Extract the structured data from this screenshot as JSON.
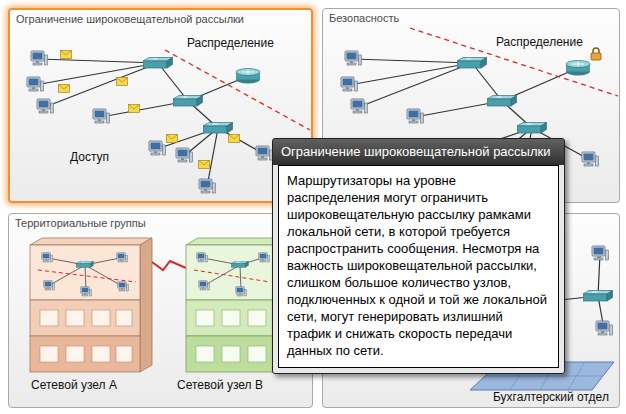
{
  "diagram": {
    "nodes": [
      {
        "text": [
          "Ограничение широковещательной рассылки",
          "Распределение",
          "Доступ"
        ]
      },
      {
        "text": [
          "Безопасность",
          "Распределение"
        ]
      },
      {
        "text": [
          "Территориальные группы",
          "Сетевой узел A",
          "Сетевой узел B"
        ]
      },
      {
        "text": [
          "Бухгалтерский отдел"
        ]
      },
      {
        "text": [
          "Ограничение широковещательной рассылки",
          "Маршрутизаторы на уровне распределения могут ограничить широковещательную рассылку рамками локальной сети, в которой требуется распространить сообщения. Несмотря на важность широковещательной рассылки, слишком большое количество узлов, подключенных к одной и той же локальной сети, могут генерировать излишний трафик и снижать скорость передачи данных по сети."
        ]
      }
    ]
  }
}
